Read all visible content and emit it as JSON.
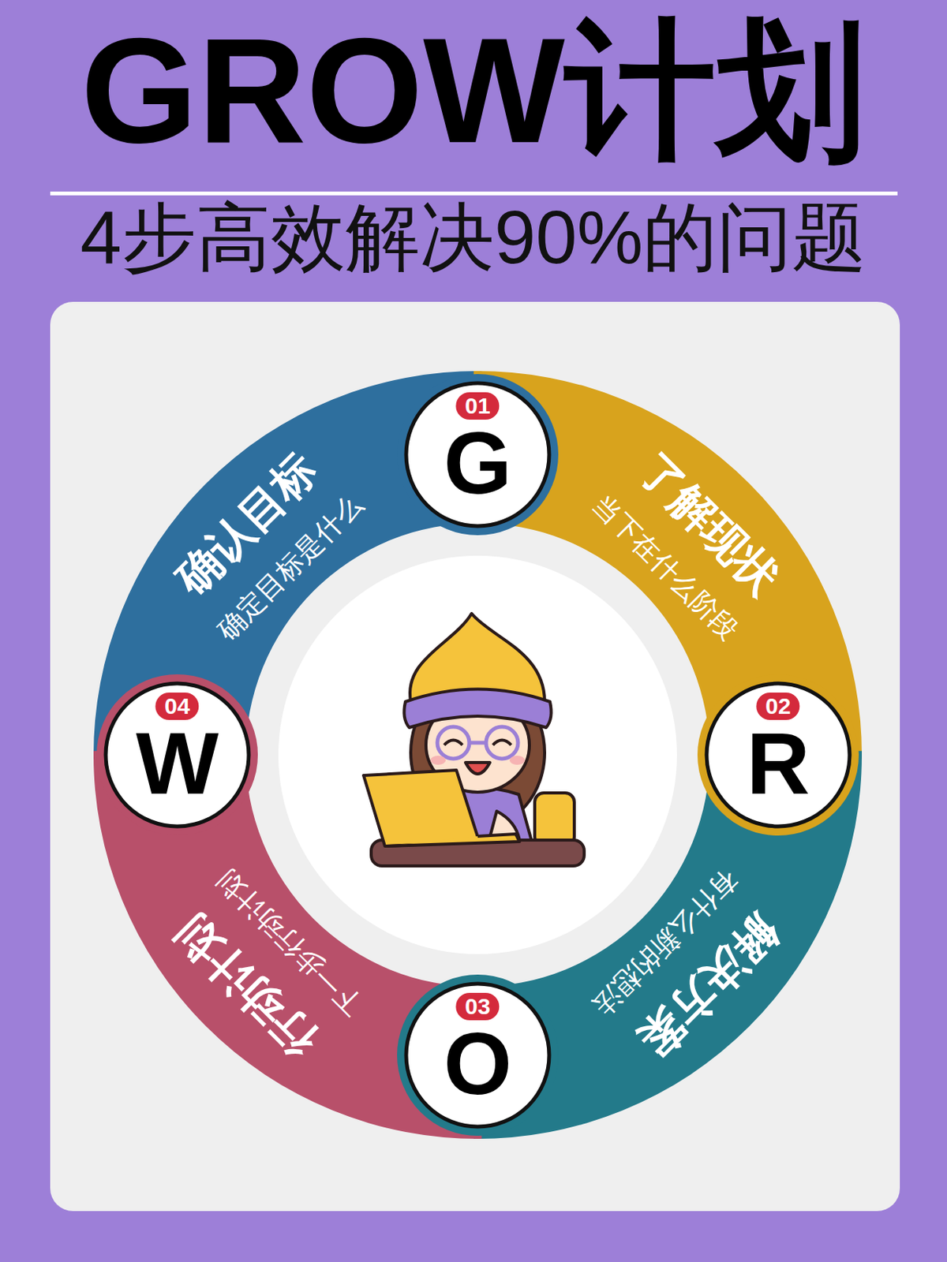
{
  "diagram": {
    "title": "GROW计划",
    "nodes": [
      {
        "text": [
          "01",
          "G"
        ]
      },
      {
        "text": [
          "确认目标",
          "确定目标是什么"
        ]
      },
      {
        "text": [
          "02",
          "R"
        ]
      },
      {
        "text": [
          "了解现状",
          "当下在什么阶段"
        ]
      },
      {
        "text": [
          "03",
          "O"
        ]
      },
      {
        "text": [
          "解决方案",
          "有什么新的想法"
        ]
      },
      {
        "text": [
          "04",
          "W"
        ]
      },
      {
        "text": [
          "行动计划",
          "下一步行动计划"
        ]
      }
    ],
    "labels": [
      "4步高效解决90%的问题"
    ]
  }
}
